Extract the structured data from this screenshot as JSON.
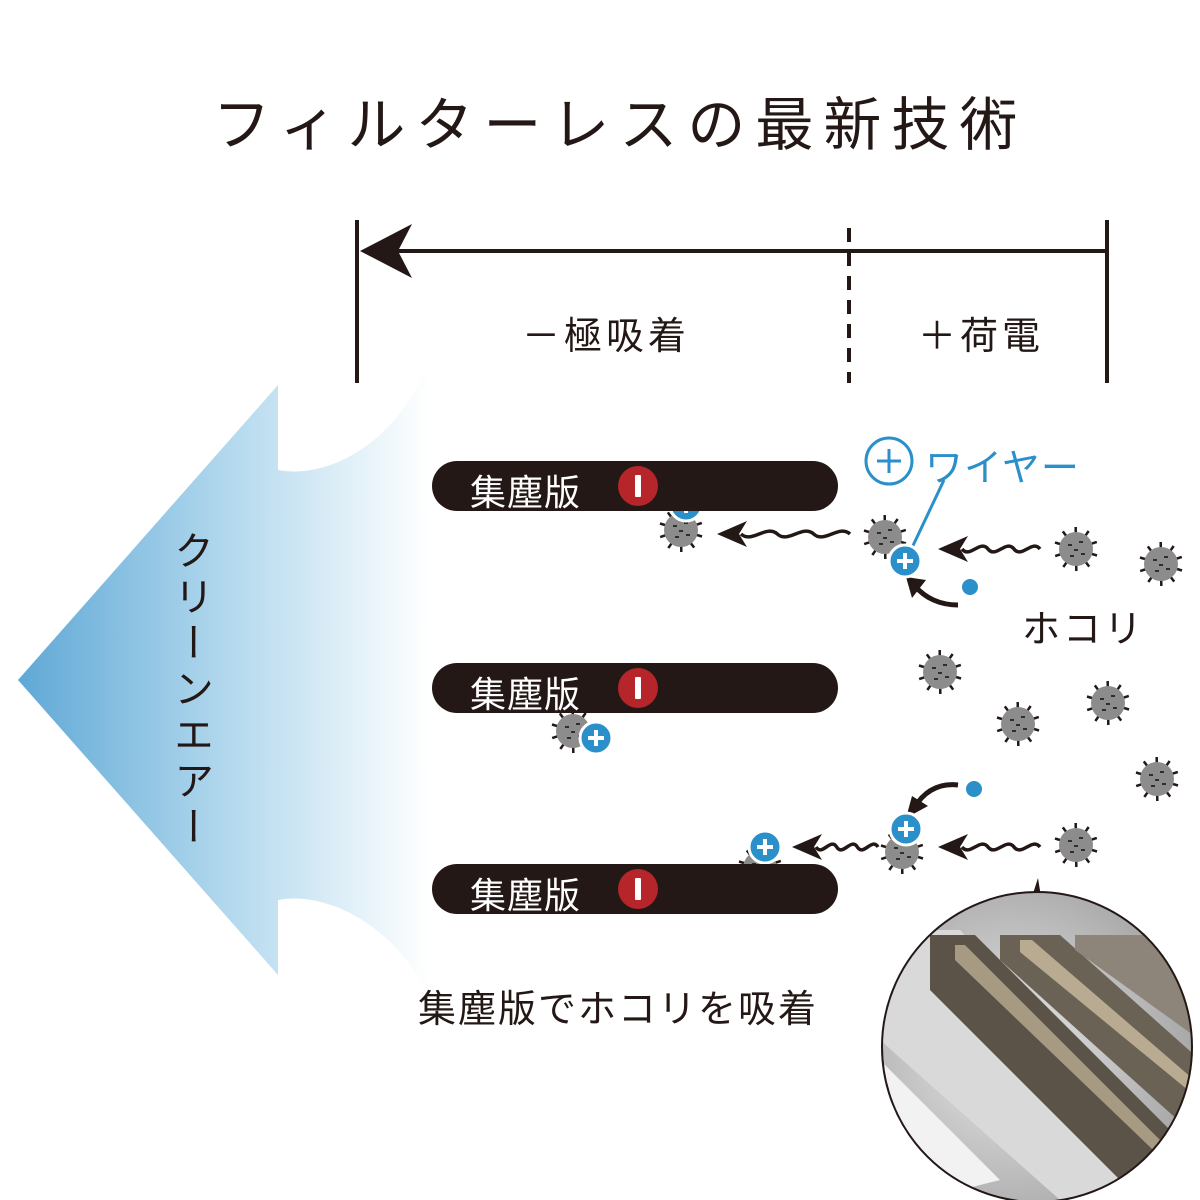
{
  "title": "フィルターレスの最新技術",
  "zones": {
    "negative_label": "－極吸着",
    "positive_label": "＋荷電"
  },
  "plates": [
    {
      "label": "集塵版"
    },
    {
      "label": "集塵版"
    },
    {
      "label": "集塵版"
    }
  ],
  "wire_label": "ワイヤー",
  "dust_label": "ホコリ",
  "clean_air_label": "クリーンエアー",
  "caption": "集塵版でホコリを吸着",
  "colors": {
    "ink": "#231815",
    "accent_blue": "#2b8fc9",
    "minus_red": "#b5252a",
    "dust_gray": "#8c8c8c",
    "clean_air_blue": "#7fb9dc"
  },
  "icons": {
    "charge": "plus-circle-icon",
    "electrode": "minus-badge-icon",
    "particle": "dust-particle-icon"
  }
}
